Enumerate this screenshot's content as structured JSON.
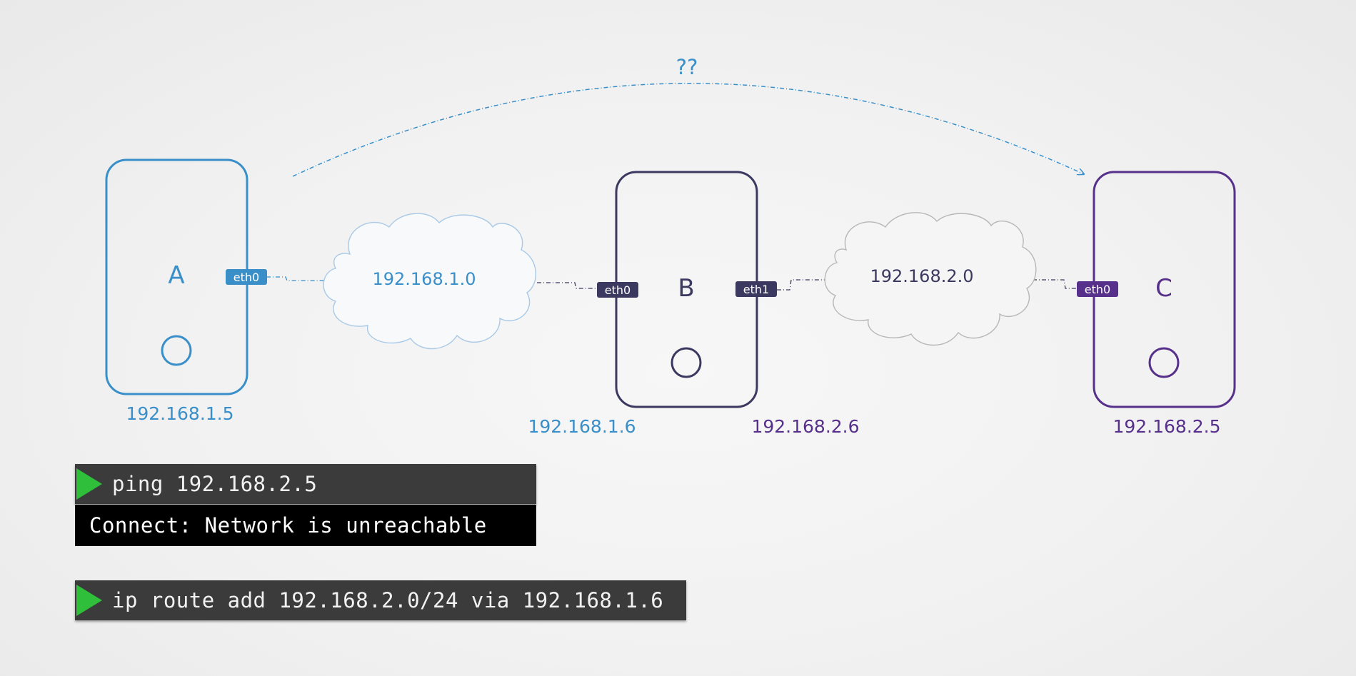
{
  "colors": {
    "blue": "#3a8fc9",
    "dark_navy": "#3c3960",
    "purple": "#56308a",
    "cloud_blue": "#a9c9e6",
    "cloud_gray": "#b7b7b7",
    "terminal_bg": "#3b3b3b",
    "terminal_out_bg": "#000000",
    "play_green": "#2fbf3b"
  },
  "diagram": {
    "question": "??",
    "hosts": {
      "a": {
        "label": "A",
        "ip": "192.168.1.5",
        "iface": "eth0"
      },
      "b": {
        "label": "B",
        "ip_left": "192.168.1.6",
        "ip_right": "192.168.2.6",
        "iface_left": "eth0",
        "iface_right": "eth1"
      },
      "c": {
        "label": "C",
        "ip": "192.168.2.5",
        "iface": "eth0"
      }
    },
    "networks": {
      "net1": {
        "label": "192.168.1.0"
      },
      "net2": {
        "label": "192.168.2.0"
      }
    }
  },
  "terminal": {
    "ping_command": "ping 192.168.2.5",
    "ping_output": "Connect: Network is unreachable",
    "route_command": "ip route add 192.168.2.0/24 via 192.168.1.6"
  }
}
